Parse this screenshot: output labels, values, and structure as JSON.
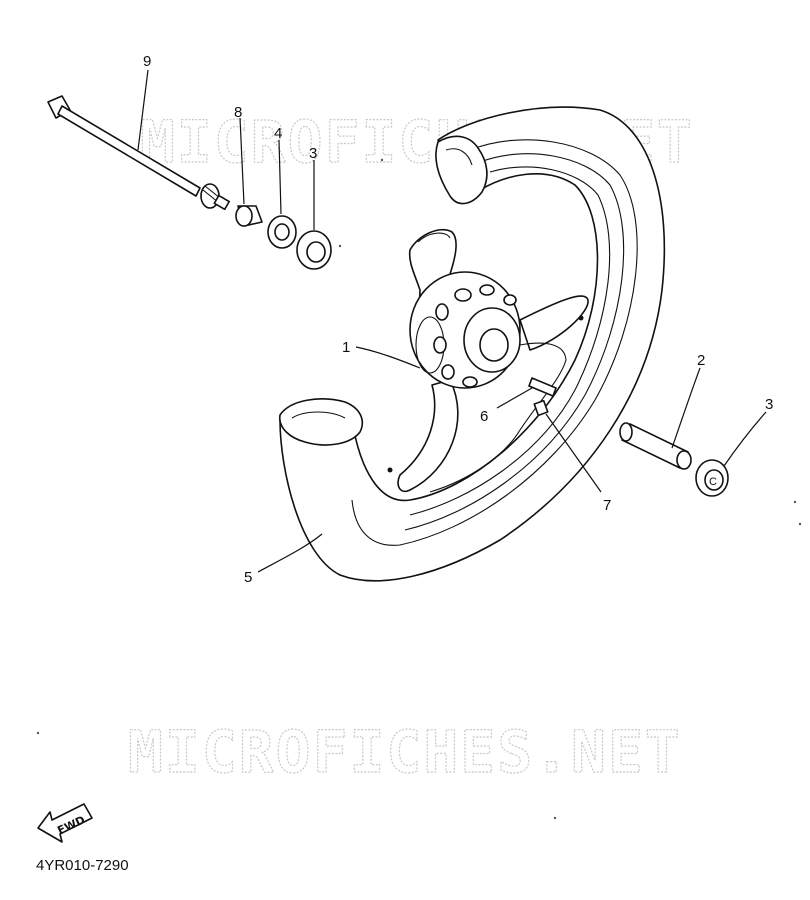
{
  "watermark": {
    "top": "MICROFICHES.NET",
    "bottom": "MICROFICHES.NET"
  },
  "callouts": [
    {
      "id": "c9",
      "label": "9"
    },
    {
      "id": "c8",
      "label": "8"
    },
    {
      "id": "c4",
      "label": "4"
    },
    {
      "id": "c3a",
      "label": "3"
    },
    {
      "id": "c1",
      "label": "1"
    },
    {
      "id": "c2",
      "label": "2"
    },
    {
      "id": "c3b",
      "label": "3"
    },
    {
      "id": "c6",
      "label": "6"
    },
    {
      "id": "c7",
      "label": "7"
    },
    {
      "id": "c5",
      "label": "5"
    }
  ],
  "fwd_label": "FWD",
  "bearing_mark": "C",
  "diagram_code": "4YR010-7290"
}
